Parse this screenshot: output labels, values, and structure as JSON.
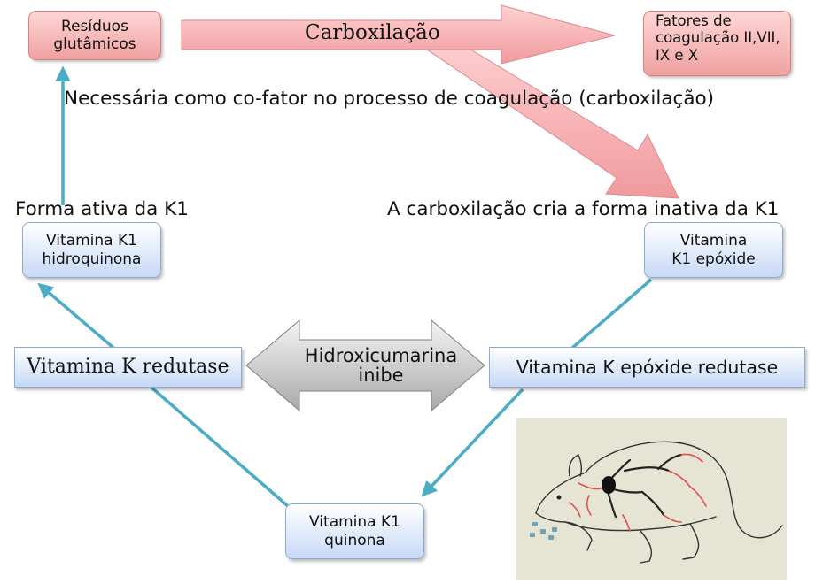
{
  "nodes": {
    "residuos": "Resíduos glutâmicos",
    "fatores": "Fatores de coagulação II,VII, IX e X",
    "hidroquinona": "Vitamina K1 hidroquinona",
    "epoxide": "Vitamina K1 epóxide",
    "redutase": "Vitamina K redutase",
    "epoxide_redutase": "Vitamina K epóxide redutase",
    "quinona": "Vitamina K1 quinona"
  },
  "labels": {
    "carboxilacao": "Carboxilação",
    "cofator": "Necessária como co-fator no processo de coagulação (carboxilação)",
    "forma_ativa": "Forma ativa da K1",
    "forma_inativa": "A carboxilação cria a forma inativa da K1",
    "hidroxicumarina": "Hidroxicumarina inibe"
  },
  "colors": {
    "pink_arrow": "#f7a9ab",
    "cycle_arrow": "#4bacc6",
    "blue_box": "#c7d9f6",
    "grey_arrow": "#c9c9c9"
  }
}
